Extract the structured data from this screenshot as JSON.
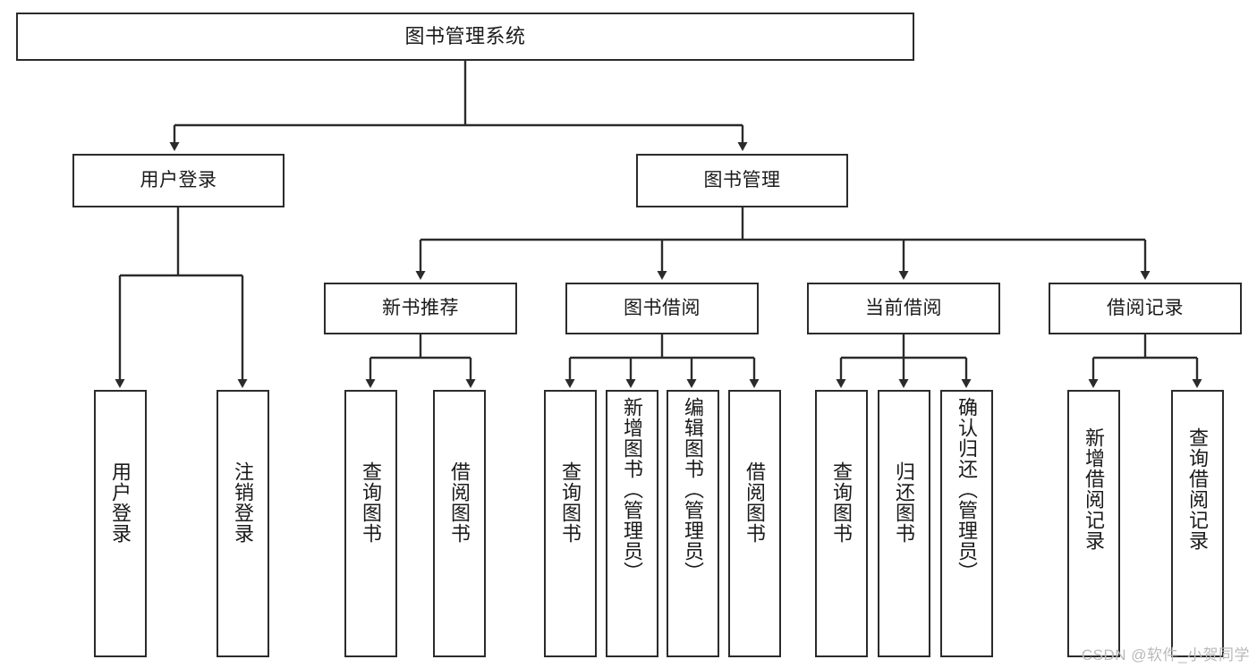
{
  "diagram": {
    "title": "图书管理系统",
    "watermark": "CSDN @软件_小贺同学",
    "line_color": "#2b2b2b",
    "box_fill": "#ffffff",
    "text_color": "#1a1a1a",
    "watermark_color": "#b9b9b9",
    "nodes": {
      "root": {
        "label": "图书管理系统"
      },
      "level2": [
        {
          "label": "用户登录"
        },
        {
          "label": "图书管理"
        }
      ],
      "level3": [
        {
          "label": "新书推荐"
        },
        {
          "label": "图书借阅"
        },
        {
          "label": "当前借阅"
        },
        {
          "label": "借阅记录"
        }
      ],
      "leaves": {
        "user_login": [
          {
            "label": "用户登录"
          },
          {
            "label": "注销登录"
          }
        ],
        "new_book_recommend": [
          {
            "label": "查询图书"
          },
          {
            "label": "借阅图书"
          }
        ],
        "book_borrow": [
          {
            "label": "查询图书"
          },
          {
            "label": "新增图书（管理员）"
          },
          {
            "label": "编辑图书（管理员）"
          },
          {
            "label": "借阅图书"
          }
        ],
        "current_borrow": [
          {
            "label": "查询图书"
          },
          {
            "label": "归还图书"
          },
          {
            "label": "确认归还（管理员）"
          }
        ],
        "borrow_record": [
          {
            "label": "新增借阅记录"
          },
          {
            "label": "查询借阅记录"
          }
        ]
      }
    }
  }
}
